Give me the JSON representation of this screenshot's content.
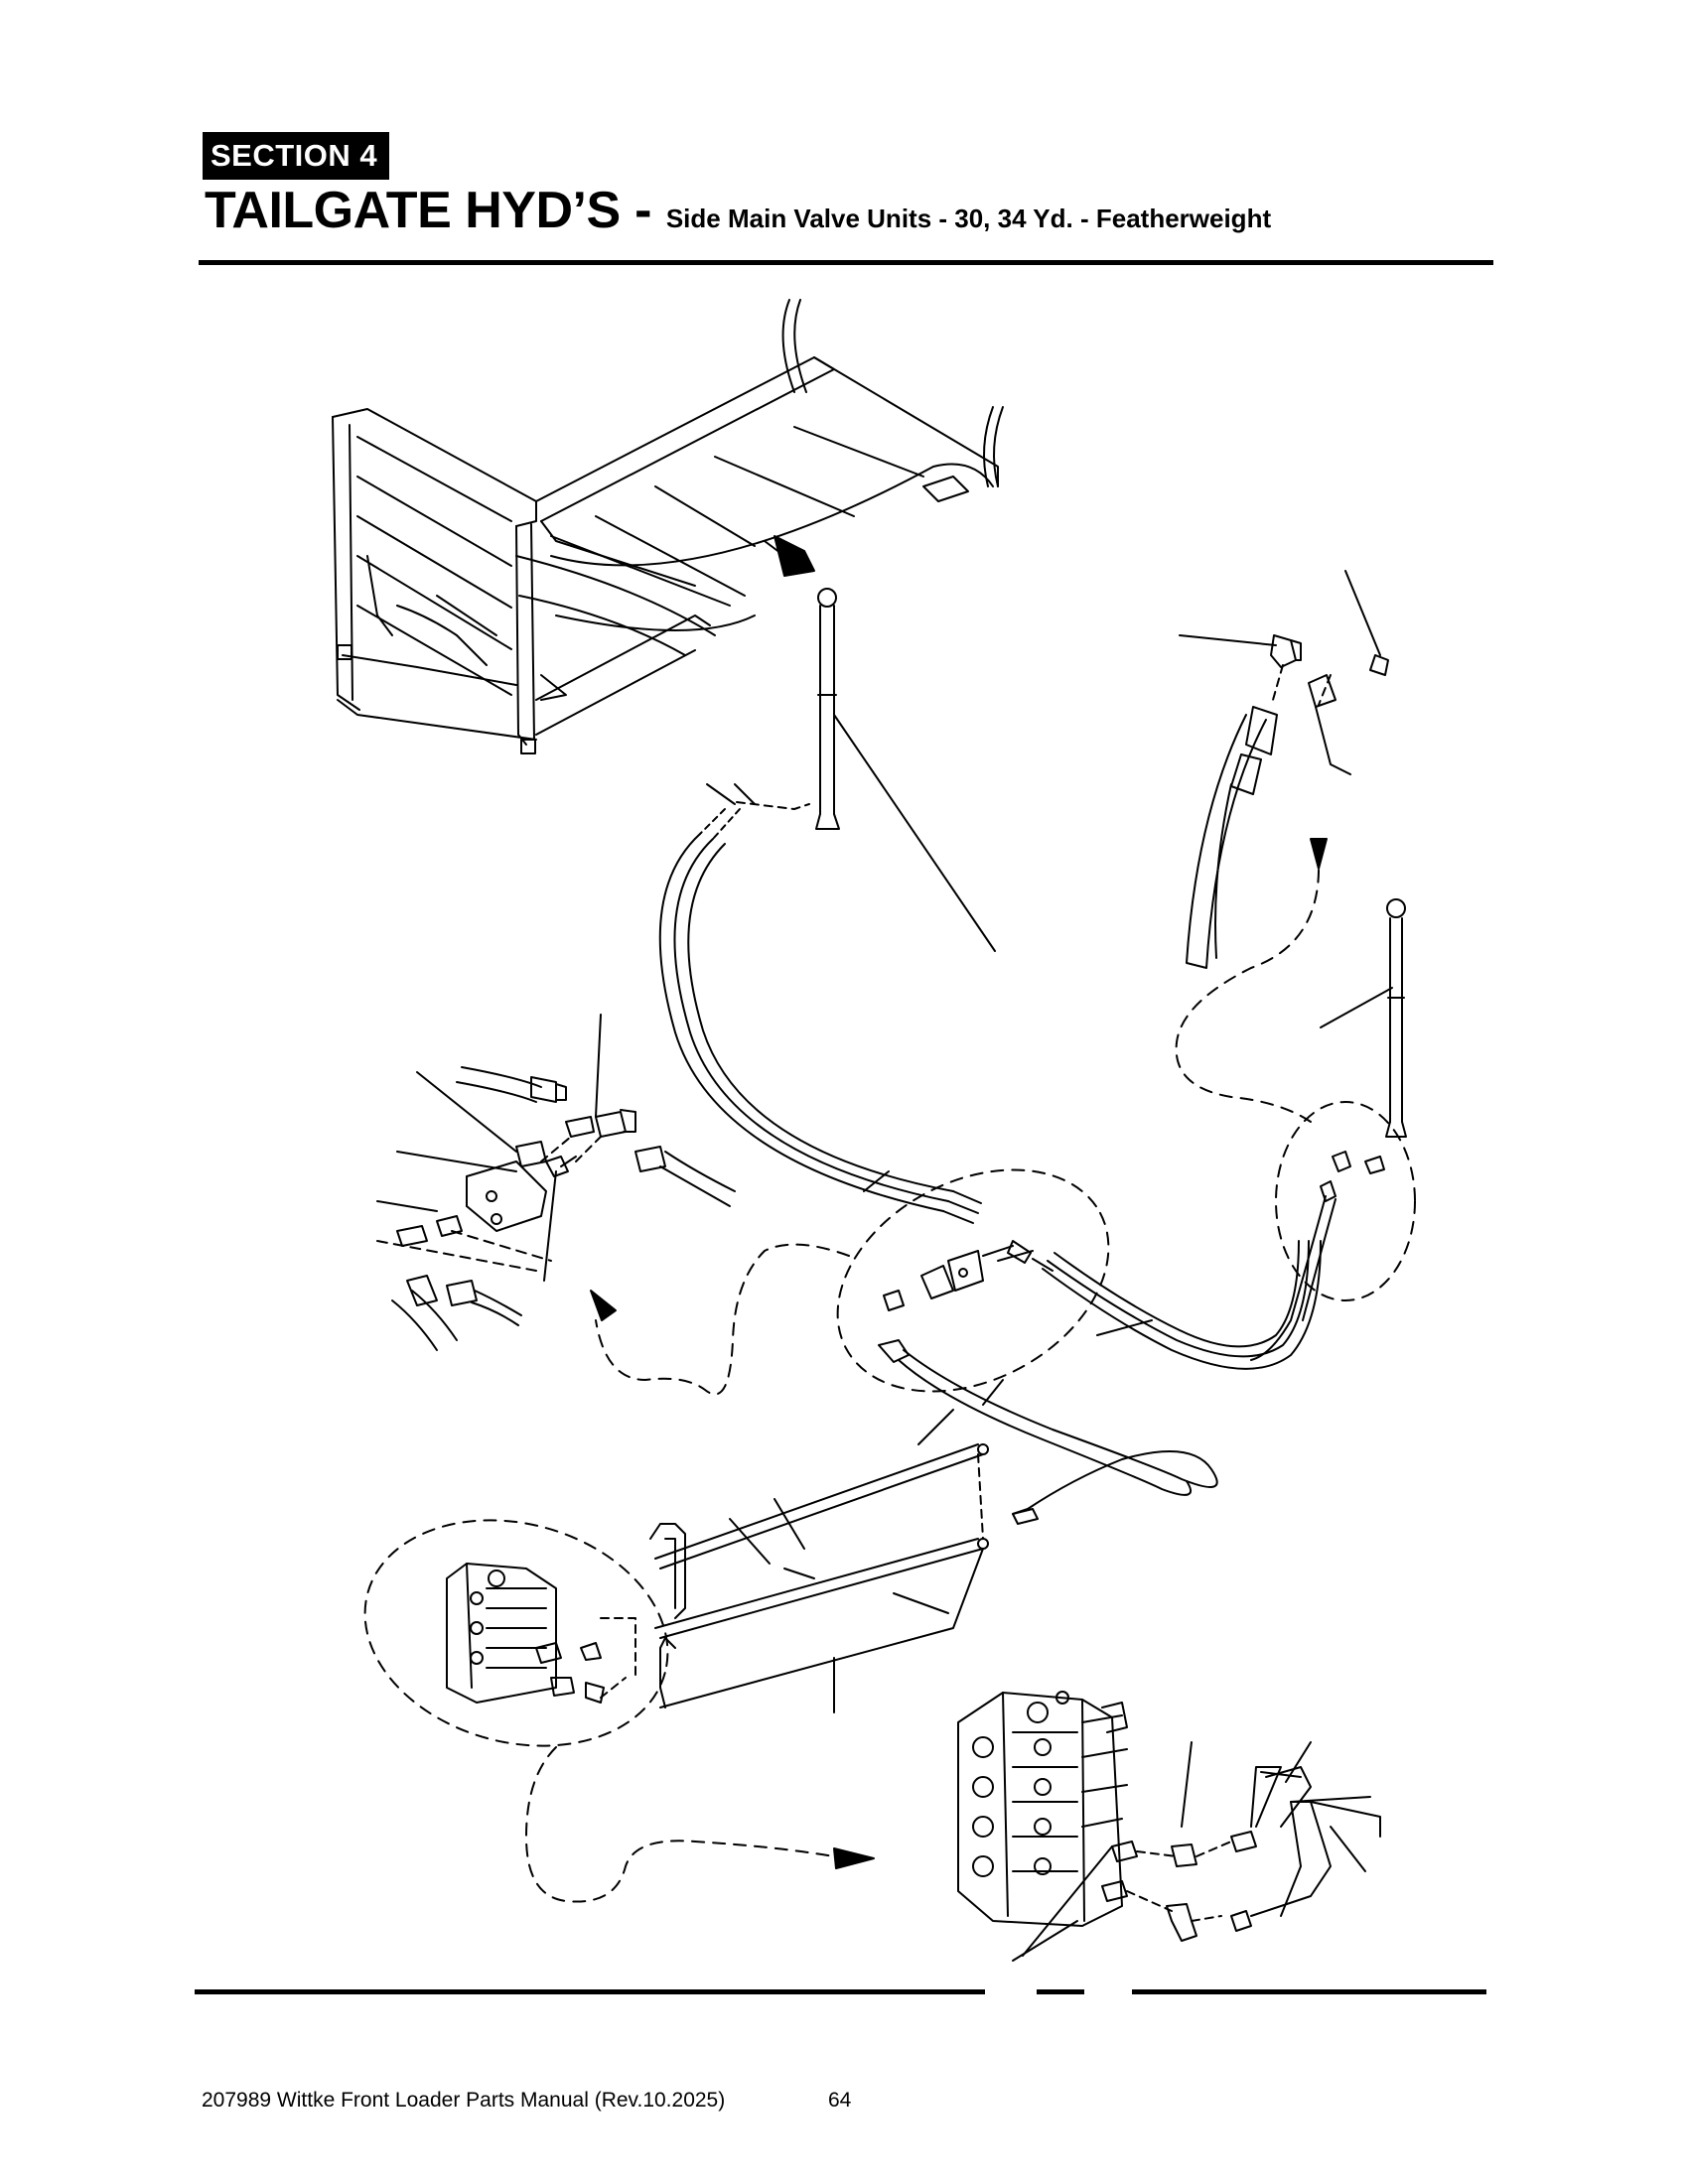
{
  "header": {
    "section_label": "SECTION  4",
    "title_main": "TAILGATE HYD’S",
    "title_separator": " - ",
    "title_sub": "Side Main Valve Units - 30, 34 Yd. - Featherweight"
  },
  "footer": {
    "manual_title": "207989 Wittke Front Loader Parts Manual (Rev.10.2025)",
    "page_number": "64"
  }
}
